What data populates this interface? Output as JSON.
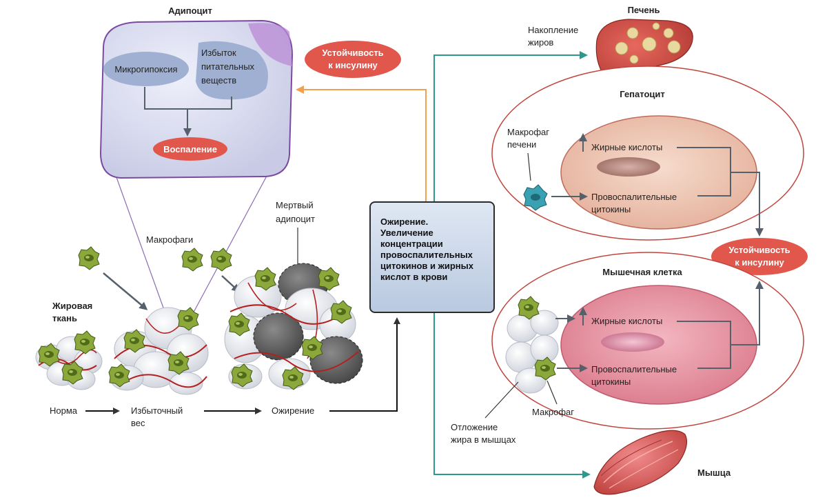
{
  "adipocyte": {
    "title": "Адипоцит",
    "microhypoxia": "Микрогипоксия",
    "nutrients": [
      "Избыток",
      "питательных",
      "веществ"
    ],
    "inflammation": "Воспаление"
  },
  "insulin_resistance_top": [
    "Устойчивость",
    "к инсулину"
  ],
  "adipose": {
    "tissue_label": [
      "Жировая",
      "ткань"
    ],
    "macrophages": "Макрофаги",
    "dead_adipocyte": [
      "Мертвый",
      "адипоцит"
    ],
    "stages": {
      "norm": "Норма",
      "overweight": [
        "Избыточный",
        "вес"
      ],
      "obesity": "Ожирение"
    }
  },
  "center": {
    "lines": [
      "Ожирение.",
      "Увеличение",
      "концентрации",
      "провоспалительных",
      "цитокинов и жирных",
      "кислот в крови"
    ]
  },
  "liver": {
    "title": "Печень",
    "fat_accumulation": [
      "Накопление",
      "жиров"
    ],
    "hepatocyte": "Гепатоцит",
    "liver_macrophage": [
      "Макрофаг",
      "печени"
    ],
    "fatty_acids": "Жирные кислоты",
    "cytokines": [
      "Провоспалительные",
      "цитокины"
    ]
  },
  "insulin_resistance_right": [
    "Устойчивость",
    "к инсулину"
  ],
  "muscle_cell": {
    "title": "Мышечная клетка",
    "fatty_acids": "Жирные кислоты",
    "cytokines": [
      "Провоспалительные",
      "цитокины"
    ],
    "macrophage": "Макрофаг",
    "fat_deposit": [
      "Отложение",
      "жира в мышцах"
    ]
  },
  "muscle": {
    "title": "Мышца"
  },
  "colors": {
    "red_oval": "#e2574c",
    "teal_arrow": "#2a9a8e",
    "orange_arrow": "#f0a050",
    "lavender_cell": "#dcdcf0",
    "purple_border": "#7b4aa0",
    "hepatocyte_fill": "#efc7b5",
    "muscle_fill": "#e6909e",
    "macrophage_green": "#8ca83a"
  },
  "icons": [
    "liver-icon",
    "muscle-icon",
    "macrophage-icon",
    "fat-cell-icon"
  ]
}
